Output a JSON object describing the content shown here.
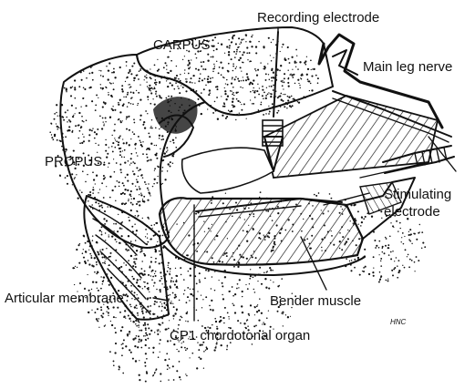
{
  "labels": {
    "recording_electrode": "Recording electrode",
    "carpus": "CARPUS",
    "main_leg_nerve": "Main leg nerve",
    "propus": "PROPUS",
    "stimulating_electrode_line1": "Stimulating",
    "stimulating_electrode_line2": "electrode",
    "articular_membrane": "Articular membrane",
    "bender_muscle": "Bender muscle",
    "cp1_chordotonal_organ": "CP1 chordotonal organ",
    "artist_initials": "HNC"
  },
  "colors": {
    "ink": "#111111",
    "background": "#ffffff"
  }
}
